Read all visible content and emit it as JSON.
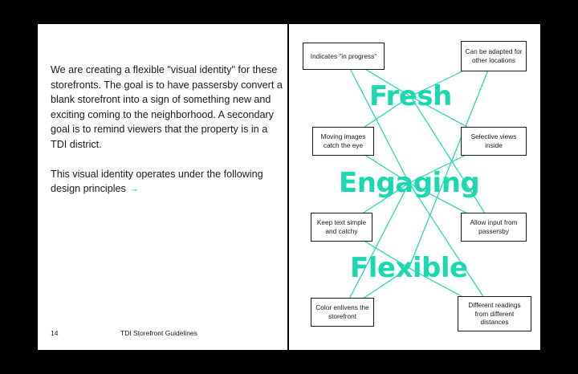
{
  "left_page": {
    "paragraphs": [
      "We are creating a flexible \"visual identity\" for these storefronts. The goal is to have passersby convert a blank storefront into a sign of something new and exciting coming to the neighborhood. A secondary goal is to remind viewers that the property is in a TDI district.",
      "This visual identity operates under the following design principles"
    ],
    "arrow": "→",
    "page_number": "14",
    "running_title": "TDI Storefront Guidelines"
  },
  "diagram": {
    "principles": [
      "Fresh",
      "Engaging",
      "Flexible"
    ],
    "qualities": {
      "indicates_in_progress": "Indicates \"in progress\"",
      "can_be_adapted": "Can be adapted for other locations",
      "moving_images": "Moving images catch the eye",
      "selective_views": "Selective views inside",
      "keep_text_simple": "Keep text simple and catchy",
      "allow_input": "Allow input from passersby",
      "color_enlivens": "Color enlivens the storefront",
      "different_readings": "Different readings from different distances"
    },
    "connections": [
      [
        "indicates_in_progress",
        "Fresh"
      ],
      [
        "indicates_in_progress",
        "Engaging"
      ],
      [
        "can_be_adapted",
        "Fresh"
      ],
      [
        "can_be_adapted",
        "Flexible"
      ],
      [
        "moving_images",
        "Engaging"
      ],
      [
        "moving_images",
        "Fresh"
      ],
      [
        "selective_views",
        "Engaging"
      ],
      [
        "selective_views",
        "Fresh"
      ],
      [
        "keep_text_simple",
        "Engaging"
      ],
      [
        "keep_text_simple",
        "Flexible"
      ],
      [
        "allow_input",
        "Engaging"
      ],
      [
        "allow_input",
        "Fresh"
      ],
      [
        "color_enlivens",
        "Flexible"
      ],
      [
        "color_enlivens",
        "Engaging"
      ],
      [
        "different_readings",
        "Flexible"
      ],
      [
        "different_readings",
        "Engaging"
      ]
    ],
    "accent_color": "#1ad8b0"
  }
}
